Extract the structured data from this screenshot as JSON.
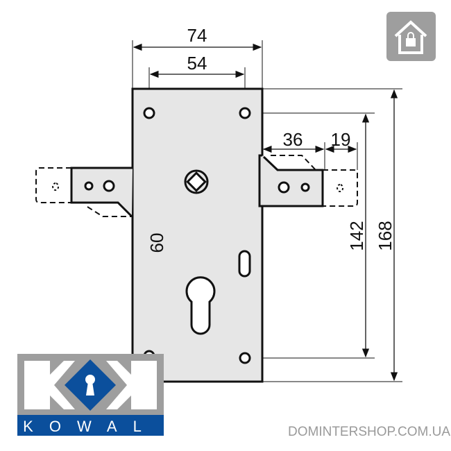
{
  "dimensions": {
    "width_total": "74",
    "hole_spacing": "54",
    "backset": "36",
    "bolt_projection": "19",
    "spindle_to_cylinder": "60",
    "hole_vertical": "142",
    "height_total": "168"
  },
  "logo": {
    "brand": "KOWAL",
    "color": "#0b4f9c"
  },
  "watermark": "DOMINTERSHOP.COM.UA",
  "colors": {
    "plate": "#e6e6e6",
    "line": "#111111",
    "badge": "#9e9e9e"
  }
}
